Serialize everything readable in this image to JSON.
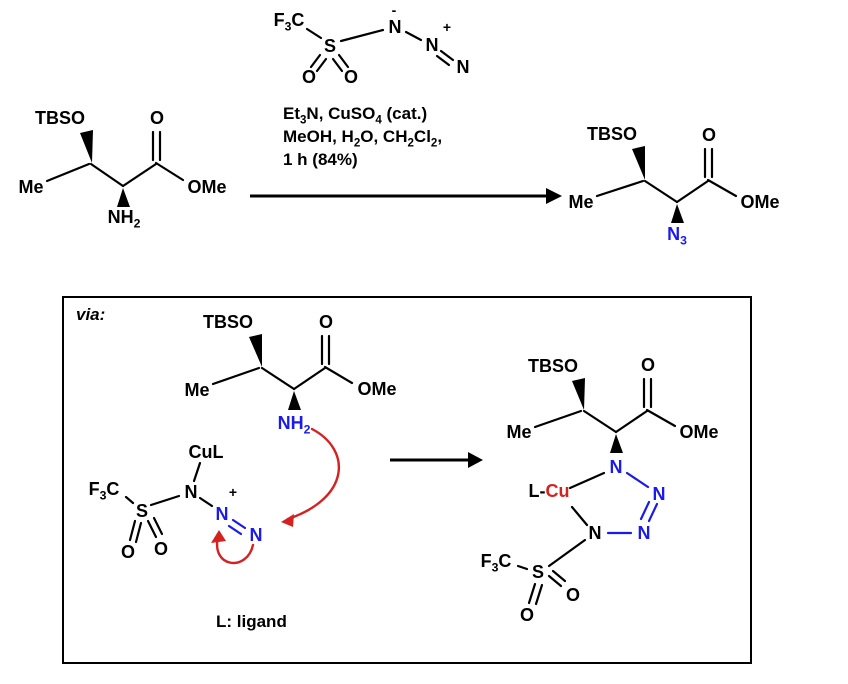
{
  "colors": {
    "blue": "#1a1aee",
    "red": "#d62121"
  },
  "top_reagent": {
    "f3c": "F_{3}C",
    "s": "S",
    "o_left": "O",
    "o_right": "O",
    "n1": "N",
    "minus": "-",
    "plus": "+",
    "n2": "N",
    "n3": "N"
  },
  "reaction": {
    "substrate": {
      "tbso": "TBSO",
      "carbonyl_o": "O",
      "me": "Me",
      "ome": "OMe",
      "nh2": "NH_{2}"
    },
    "conditions": [
      "Et_{3}N, CuSO_{4} (cat.)",
      "MeOH, H_{2}O, CH_{2}Cl_{2},",
      "1 h (84%)"
    ],
    "product": {
      "tbso": "TBSO",
      "carbonyl_o": "O",
      "me": "Me",
      "ome": "OMe",
      "n3": "N_{3}"
    }
  },
  "mechanism": {
    "via": "via:",
    "substrate": {
      "tbso": "TBSO",
      "carbonyl_o": "O",
      "me": "Me",
      "ome": "OMe",
      "nh2": "NH_{2}"
    },
    "cu_azide": {
      "cul": "CuL",
      "f3c": "F_{3}C",
      "s": "S",
      "o_left": "O",
      "o_right": "O",
      "n1": "N",
      "plus": "+",
      "n2": "N",
      "n3": "N"
    },
    "intermediate": {
      "tbso": "TBSO",
      "carbonyl_o": "O",
      "me": "Me",
      "ome": "OMe",
      "l": "L-",
      "cu": "Cu",
      "ring_n1": "N",
      "ring_n2": "N",
      "ring_n3": "N",
      "ring_n4": "N",
      "f3c": "F_{3}C",
      "s": "S",
      "o1": "O",
      "o2": "O"
    },
    "ligand_note": "L: ligand"
  }
}
